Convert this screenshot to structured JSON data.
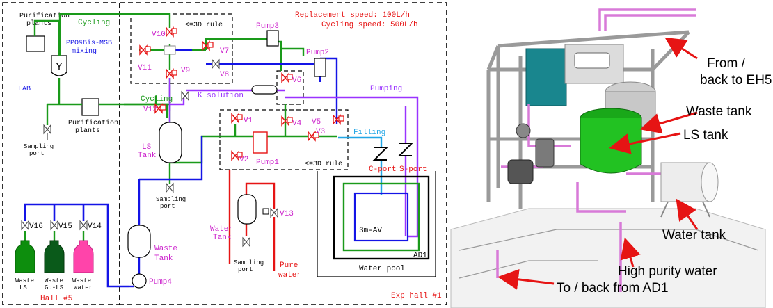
{
  "colors": {
    "green": "#1a9a1a",
    "blue": "#1414e6",
    "purple": "#9a33ff",
    "red": "#e61414",
    "cyan": "#21a6e6",
    "magenta": "#cc22cc",
    "pink": "#ff44aa",
    "darkgreen": "#0a6a1a",
    "frame_gray": "#b8b8b8",
    "green_tank": "#22c222",
    "teal": "#19868e"
  },
  "left_panel": {
    "purification_plants_top": [
      "Purification",
      "plants"
    ],
    "ppo_mixing": [
      "PPO&Bis-MSB",
      "mixing"
    ],
    "lab": "LAB",
    "purification_plants_mid": [
      "Purification",
      "plants"
    ],
    "sampling_port_left": [
      "Sampling",
      "port"
    ],
    "v16": "V16",
    "v15": "V15",
    "v14": "V14",
    "waste_ls": [
      "Waste",
      "LS"
    ],
    "waste_gdls": [
      "Waste",
      "Gd-LS"
    ],
    "waste_water": [
      "Waste",
      "water"
    ],
    "hall5": "Hall #5"
  },
  "right_panel": {
    "cycling_top": "Cycling",
    "cycling_mid": "Cycling",
    "replacement_speed": "Replacement speed: 100L/h",
    "cycling_speed": "Cycling speed: 500L/h",
    "rule_top": "<=3D rule",
    "rule_bottom": "<=3D rule",
    "pump1": "Pump1",
    "pump2": "Pump2",
    "pump3": "Pump3",
    "pump4": "Pump4",
    "v1": "V1",
    "v2": "V2",
    "v3": "V3",
    "v4": "V4",
    "v5": "V5",
    "v6": "V6",
    "v7": "V7",
    "v8": "V8",
    "v9": "V9",
    "v10": "V10",
    "v11": "V11",
    "v12": "V12",
    "v13": "V13",
    "k_solution": "K solution",
    "pumping": "Pumping",
    "filling": "Filling",
    "c_port": "C-port",
    "s_port": "S-port",
    "ls_tank": [
      "LS",
      "Tank"
    ],
    "sampling_port_mid": [
      "Sampling",
      "port"
    ],
    "water_tank": [
      "Water",
      "Tank"
    ],
    "sampling_port_bottom": [
      "Sampling",
      "port"
    ],
    "pure_water": [
      "Pure",
      "water"
    ],
    "waste_tank": [
      "Waste",
      "Tank"
    ],
    "detector": "3m-AV",
    "ad1": "AD1",
    "water_pool": "Water pool",
    "exp_hall": "Exp hall #1"
  },
  "render": {
    "from_back_eh5": [
      "From /",
      "back to EH5"
    ],
    "waste_tank": "Waste tank",
    "ls_tank": "LS tank",
    "water_tank": "Water tank",
    "high_purity_water": "High purity water",
    "to_back_ad1": "To / back from AD1"
  }
}
